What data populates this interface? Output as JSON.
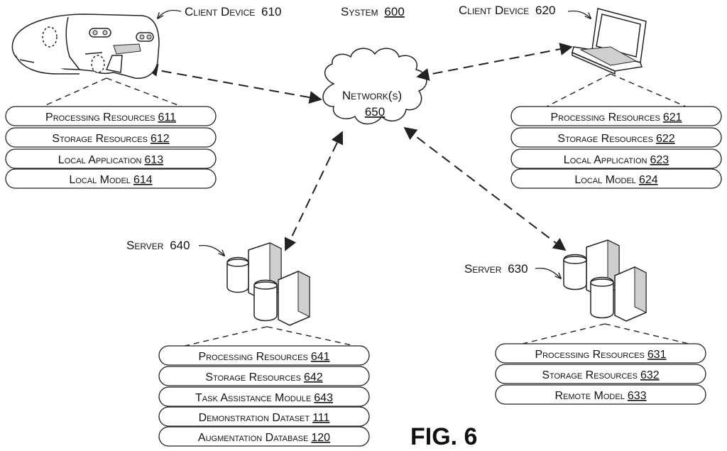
{
  "figure_label": "FIG. 6",
  "system": {
    "label": "System",
    "ref": "600"
  },
  "network": {
    "line1": "Network(s)",
    "ref": "650"
  },
  "client_610": {
    "label": "Client Device",
    "ref": "610",
    "items": [
      {
        "text": "Processing Resources",
        "ref": "611"
      },
      {
        "text": "Storage Resources",
        "ref": "612"
      },
      {
        "text": "Local Application",
        "ref": "613"
      },
      {
        "text": "Local Model",
        "ref": "614"
      }
    ]
  },
  "client_620": {
    "label": "Client Device",
    "ref": "620",
    "items": [
      {
        "text": "Processing Resources",
        "ref": "621"
      },
      {
        "text": "Storage Resources",
        "ref": "622"
      },
      {
        "text": "Local Application",
        "ref": "623"
      },
      {
        "text": "Local Model",
        "ref": "624"
      }
    ]
  },
  "server_640": {
    "label": "Server",
    "ref": "640",
    "items": [
      {
        "text": "Processing Resources",
        "ref": "641"
      },
      {
        "text": "Storage Resources",
        "ref": "642"
      },
      {
        "text": "Task Assistance Module",
        "ref": "643"
      },
      {
        "text": "Demonstration Dataset",
        "ref": "111"
      },
      {
        "text": "Augmentation Database",
        "ref": "120"
      }
    ]
  },
  "server_630": {
    "label": "Server",
    "ref": "630",
    "items": [
      {
        "text": "Processing Resources",
        "ref": "631"
      },
      {
        "text": "Storage Resources",
        "ref": "632"
      },
      {
        "text": "Remote Model",
        "ref": "633"
      }
    ]
  }
}
